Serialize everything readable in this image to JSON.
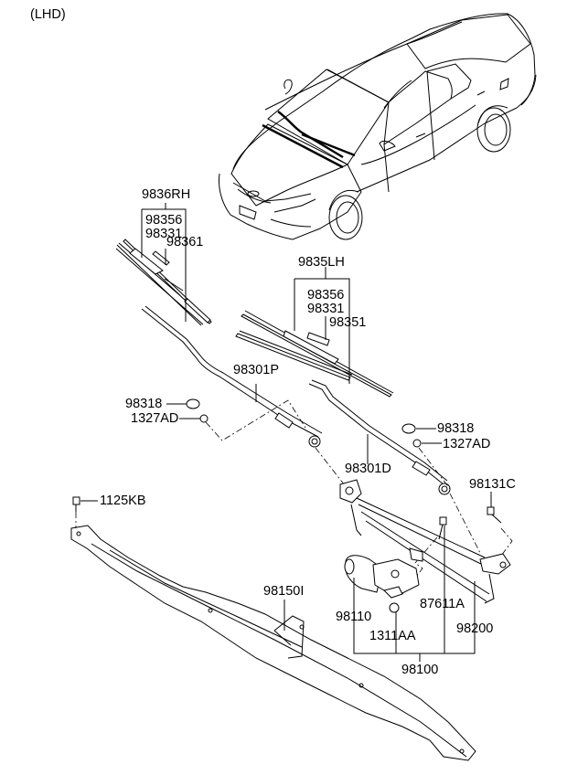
{
  "diagram": {
    "variant_label": "(LHD)",
    "labels": {
      "wiper_blade_rh": "9836RH",
      "rh_refill": "98356",
      "rh_insert": "98331",
      "rh_spoiler": "98361",
      "wiper_blade_lh": "9835LH",
      "lh_refill": "98356",
      "lh_insert": "98331",
      "lh_blade_assy": "98351",
      "arm_passenger": "98301P",
      "cap_left": "98318",
      "nut_left": "1327AD",
      "cap_right": "98318",
      "nut_right": "1327AD",
      "arm_driver": "98301D",
      "bolt_linkage": "98131C",
      "bolt_cowl": "1125KB",
      "cowl_bracket": "98150I",
      "motor": "98110",
      "bolt_motor": "87611A",
      "grommet": "1311AA",
      "linkage": "98200",
      "motor_linkage_assy": "98100"
    }
  }
}
